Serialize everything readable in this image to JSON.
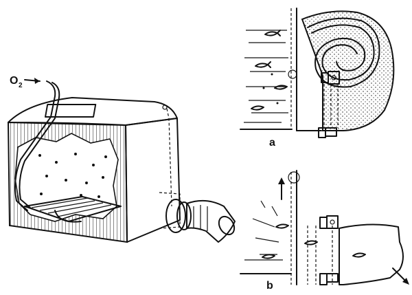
{
  "labels": {
    "oxygen_main": "O",
    "oxygen_sub": "2",
    "panel_a": "a",
    "panel_b": "b"
  },
  "colors": {
    "ink": "#111111",
    "paper": "#ffffff"
  }
}
